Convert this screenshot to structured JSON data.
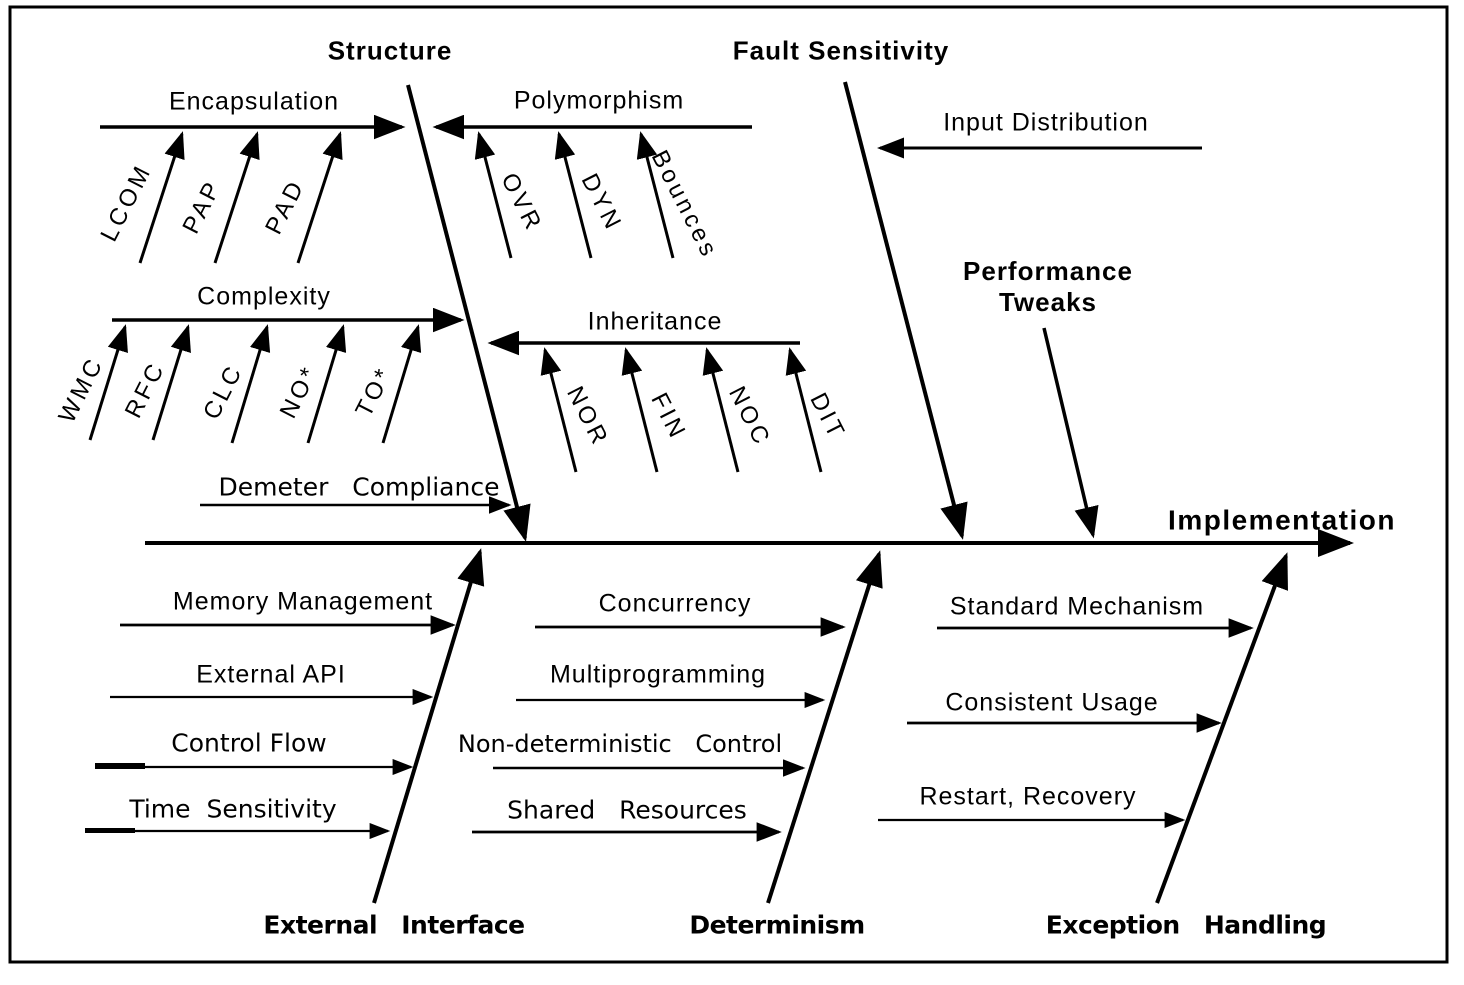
{
  "style": {
    "ink": "#000000",
    "background": "#ffffff"
  },
  "fishbone": {
    "effect": "Implementation",
    "top": {
      "structure": {
        "label": "Structure",
        "encapsulation": "Encapsulation",
        "enc_metrics": [
          "LCOM",
          "PAP",
          "PAD"
        ],
        "polymorphism": "Polymorphism",
        "poly_metrics": [
          "OVR",
          "DYN",
          "Bounces"
        ],
        "complexity": "Complexity",
        "cplx_metrics": [
          "WMC",
          "RFC",
          "CLC",
          "NO*",
          "TO*"
        ],
        "inheritance": "Inheritance",
        "inh_metrics": [
          "NOR",
          "FIN",
          "NOC",
          "DIT"
        ],
        "demeter": "Demeter Compliance"
      },
      "fault_sensitivity": {
        "label": "Fault Sensitivity",
        "input_distribution": "Input Distribution"
      },
      "performance_tweaks": {
        "label": "Performance Tweaks"
      }
    },
    "bottom": {
      "external_interface": {
        "label": "External Interface",
        "causes": [
          "Memory Management",
          "External API",
          "Control Flow",
          "Time Sensitivity"
        ]
      },
      "determinism": {
        "label": "Determinism",
        "causes": [
          "Concurrency",
          "Multiprogramming",
          "Non-deterministic Control",
          "Shared Resources"
        ]
      },
      "exception_handling": {
        "label": "Exception Handling",
        "causes": [
          "Standard Mechanism",
          "Consistent Usage",
          "Restart, Recovery"
        ]
      }
    }
  }
}
